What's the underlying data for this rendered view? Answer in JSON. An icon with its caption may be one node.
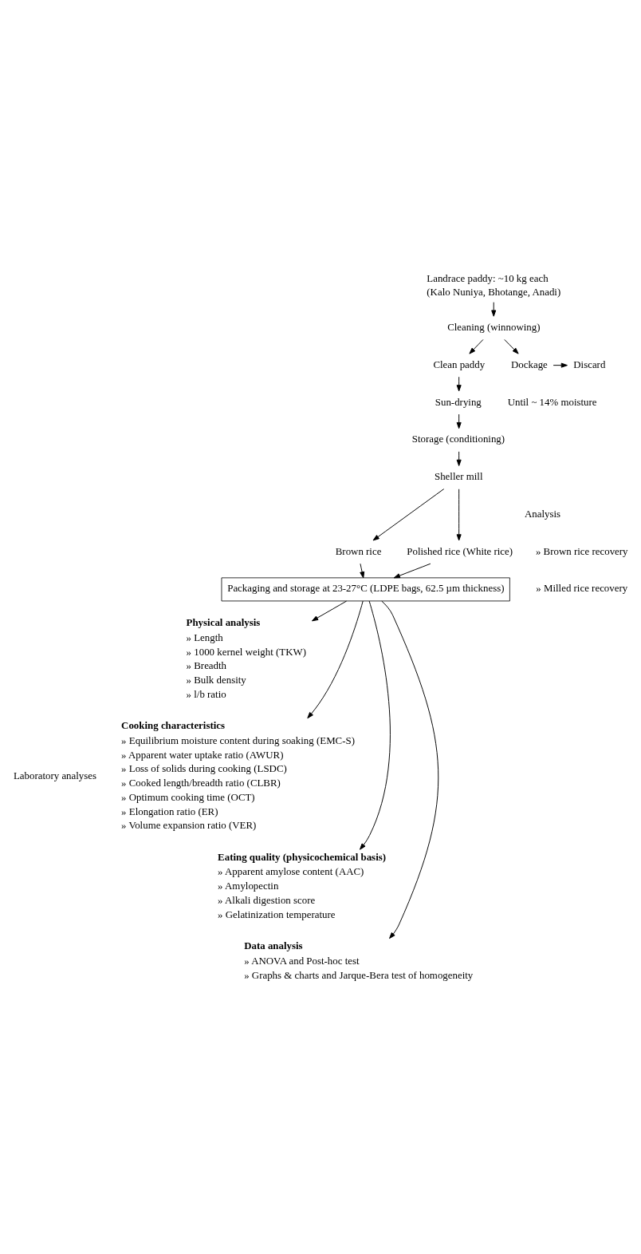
{
  "diagram": {
    "nodes": [
      {
        "text": [
          "Landrace paddy: ~10 kg each",
          "(Kalo Nuniya, Bhotange, Anadi)"
        ]
      },
      {
        "text": [
          "Cleaning (winnowing)"
        ]
      },
      {
        "text": [
          "Clean paddy"
        ]
      },
      {
        "text": [
          "Dockage"
        ]
      },
      {
        "text": [
          "Discard"
        ]
      },
      {
        "text": [
          "Sun-drying"
        ],
        "beside": [
          "Until ~ 14% moisture"
        ]
      },
      {
        "text": [
          "Storage (conditioning)"
        ]
      },
      {
        "text": [
          "Sheller mill"
        ]
      },
      {
        "text": [
          "Brown rice"
        ]
      },
      {
        "text": [
          "Polished rice (White rice)"
        ]
      },
      {
        "text": [
          "Packaging and storage at 23-27°C (LDPE bags, 62.5 µm thickness)"
        ]
      },
      {
        "text": [
          "Physical analysis",
          "» Length",
          "» 1000 kernel weight (TKW)",
          "» Breadth",
          "» Bulk density",
          "» l/b ratio"
        ]
      },
      {
        "text": [
          "Cooking characteristics",
          "» Equilibrium moisture content during soaking (EMC-S)",
          "» Apparent water uptake ratio (AWUR)",
          "» Loss of solids during cooking (LSDC)",
          "» Cooked length/breadth ratio (CLBR)",
          "» Optimum cooking time (OCT)",
          "» Elongation ratio (ER)",
          "» Volume expansion ratio (VER)"
        ]
      },
      {
        "text": [
          "Eating quality (physicochemical basis)",
          "» Apparent amylose content (AAC)",
          "» Amylopectin",
          "» Alkali digestion score",
          "» Gelatinization temperature"
        ]
      },
      {
        "text": [
          "Data analysis",
          "» ANOVA and Post-hoc test",
          "» Graphs & charts and Jarque-Bera test of homogeneity"
        ]
      }
    ],
    "edges": [
      {
        "from": 0,
        "to": 1,
        "arrow": "to"
      },
      {
        "from": 1,
        "to": 2,
        "arrow": "to"
      },
      {
        "from": 1,
        "to": 3,
        "arrow": "to"
      },
      {
        "from": 3,
        "to": 4,
        "arrow": "to"
      },
      {
        "from": 2,
        "to": 5,
        "arrow": "to"
      },
      {
        "from": 5,
        "to": 6,
        "arrow": "to"
      },
      {
        "from": 6,
        "to": 7,
        "arrow": "to"
      },
      {
        "from": 7,
        "to": 8,
        "arrow": "to"
      },
      {
        "from": 7,
        "to": 9,
        "arrow": "to"
      },
      {
        "from": 8,
        "to": 10,
        "arrow": "to"
      },
      {
        "from": 9,
        "to": 10,
        "arrow": "to"
      },
      {
        "from": 10,
        "to": 11,
        "arrow": "to"
      },
      {
        "from": 10,
        "to": 12,
        "arrow": "to"
      },
      {
        "from": 10,
        "to": 13,
        "arrow": "to"
      },
      {
        "from": 10,
        "to": 14,
        "arrow": "to"
      }
    ],
    "labels": [
      "Analysis",
      "» Brown rice recovery",
      "» Milled rice recovery",
      "Laboratory analyses"
    ]
  }
}
